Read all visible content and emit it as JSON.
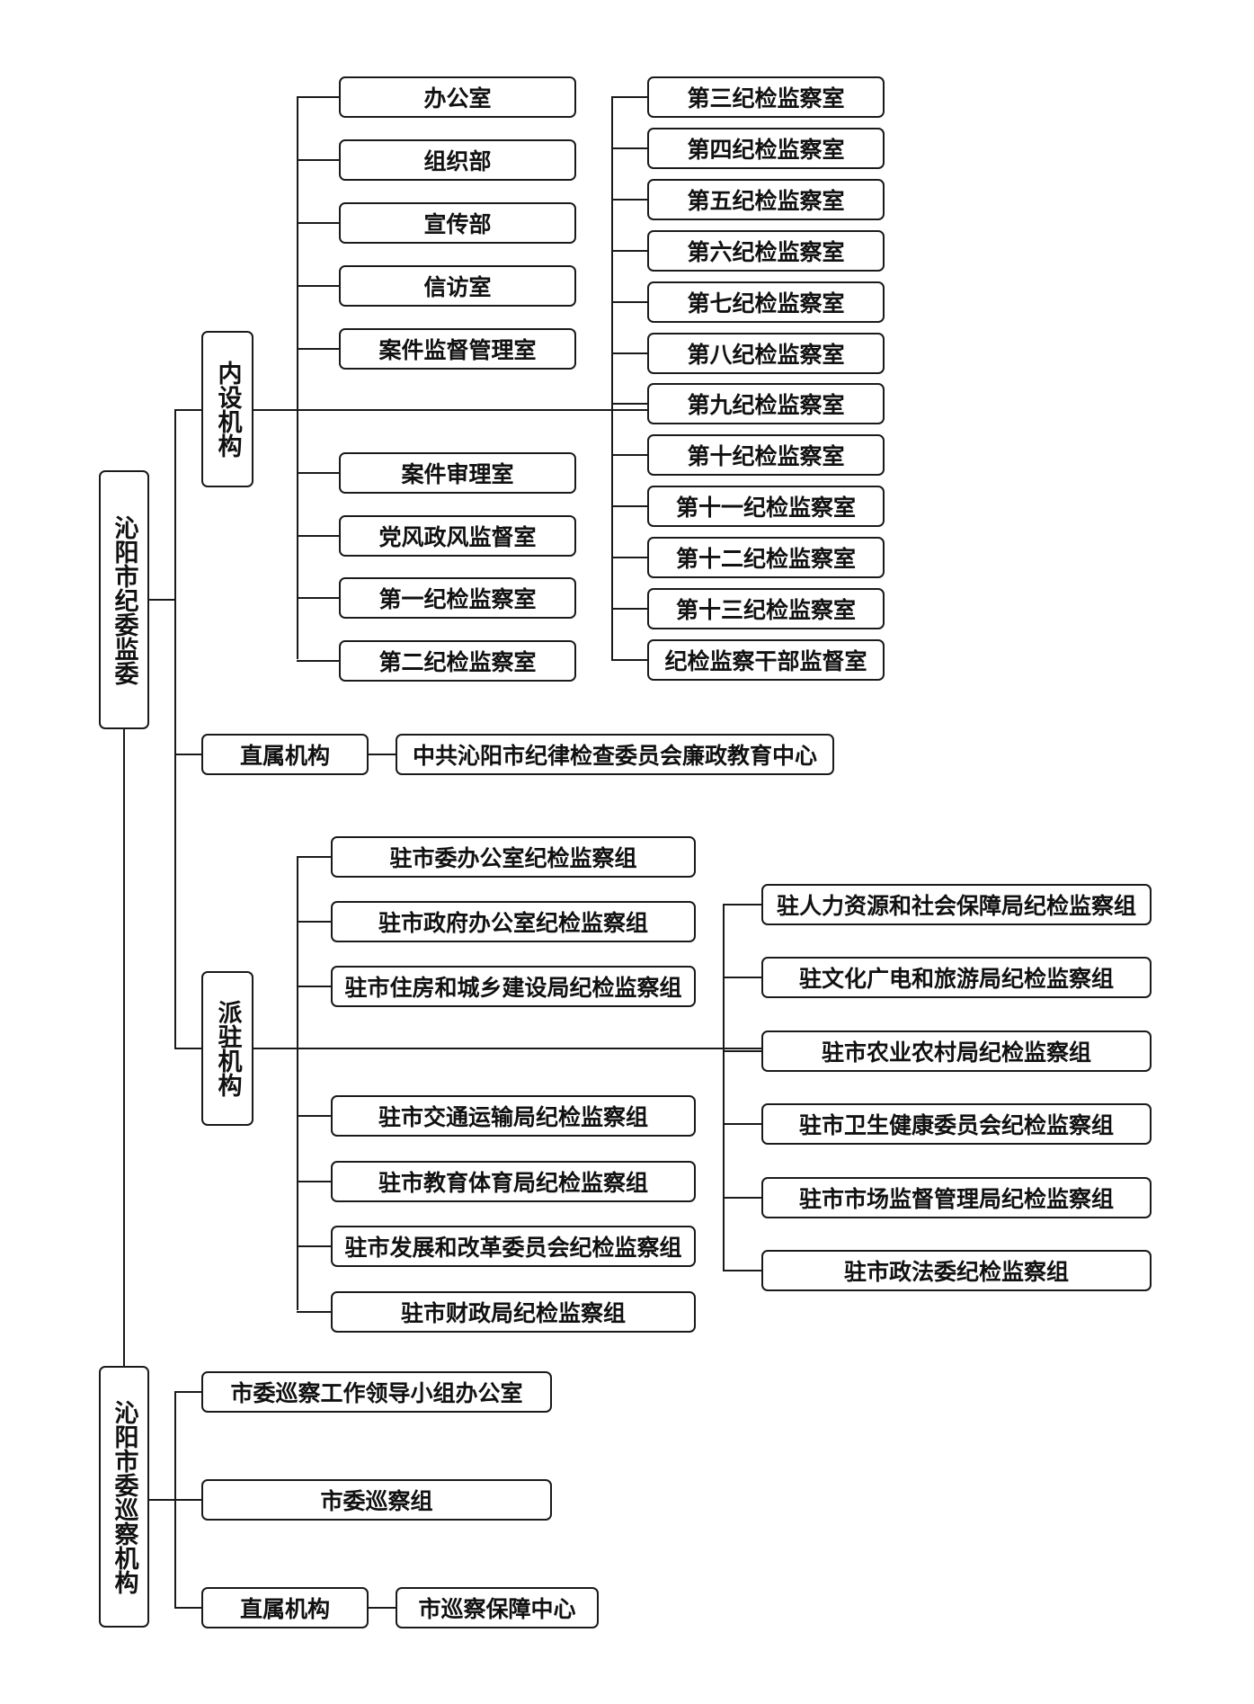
{
  "colors": {
    "line": "#1a1a1a",
    "box_border": "#1a1a1a",
    "text": "#111111",
    "background": "#ffffff"
  },
  "root_jiwei": "沁阳市纪委监委",
  "root_xuncha": "沁阳市委巡察机构",
  "neishe": {
    "label": "内设机构",
    "left_col": [
      "办公室",
      "组织部",
      "宣传部",
      "信访室",
      "案件监督管理室",
      "案件审理室",
      "党风政风监督室",
      "第一纪检监察室",
      "第二纪检监察室"
    ],
    "right_col": [
      "第三纪检监察室",
      "第四纪检监察室",
      "第五纪检监察室",
      "第六纪检监察室",
      "第七纪检监察室",
      "第八纪检监察室",
      "第九纪检监察室",
      "第十纪检监察室",
      "第十一纪检监察室",
      "第十二纪检监察室",
      "第十三纪检监察室",
      "纪检监察干部监督室"
    ]
  },
  "zhishu": {
    "label": "直属机构",
    "child": "中共沁阳市纪律检查委员会廉政教育中心"
  },
  "paizhu": {
    "label": "派驻机构",
    "left_col": [
      "驻市委办公室纪检监察组",
      "驻市政府办公室纪检监察组",
      "驻市住房和城乡建设局纪检监察组",
      "驻市交通运输局纪检监察组",
      "驻市教育体育局纪检监察组",
      "驻市发展和改革委员会纪检监察组",
      "驻市财政局纪检监察组"
    ],
    "right_col": [
      "驻人力资源和社会保障局纪检监察组",
      "驻文化广电和旅游局纪检监察组",
      "驻市农业农村局纪检监察组",
      "驻市卫生健康委员会纪检监察组",
      "驻市市场监督管理局纪检监察组",
      "驻市政法委纪检监察组"
    ]
  },
  "xuncha": {
    "items": [
      "市委巡察工作领导小组办公室",
      "市委巡察组"
    ],
    "zhishu_label": "直属机构",
    "zhishu_child": "市巡察保障中心"
  }
}
